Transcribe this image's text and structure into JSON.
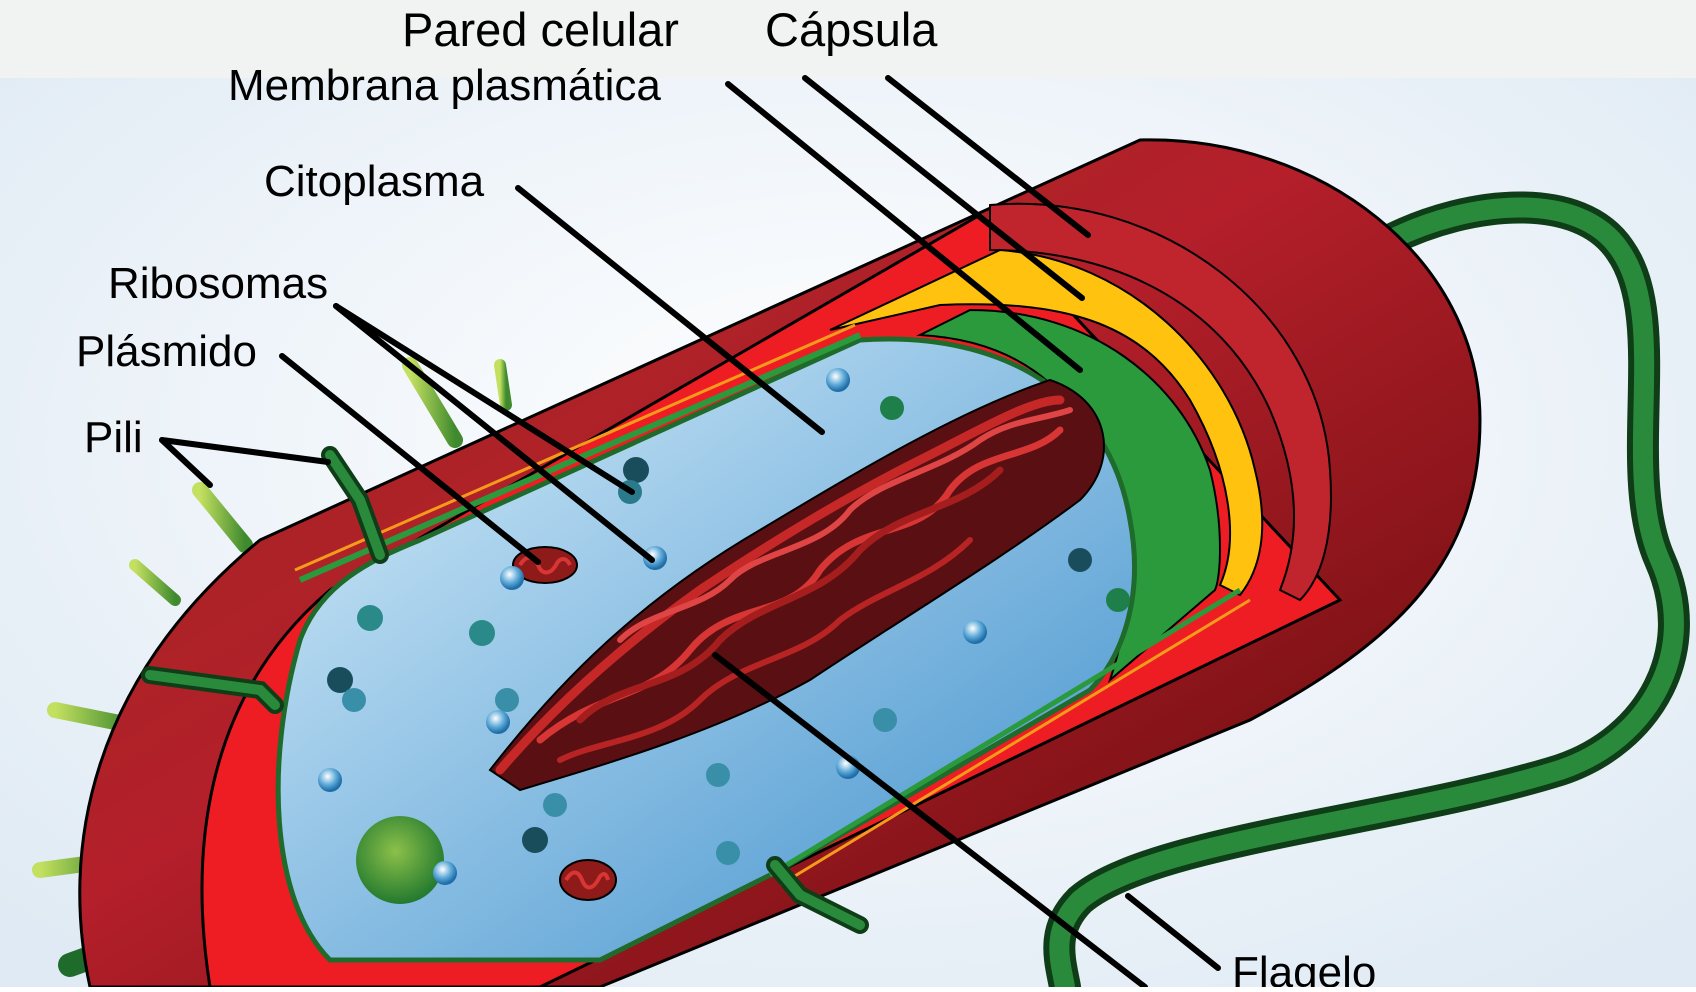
{
  "header": {
    "label_cell_wall": "Pared celular",
    "label_capsule": "Cápsula"
  },
  "labels": {
    "plasma_membrane": "Membrana plasmática",
    "cytoplasm": "Citoplasma",
    "ribosomes": "Ribosomas",
    "plasmid": "Plásmido",
    "pili": "Pili",
    "flagellum": "Flagelo"
  },
  "colors": {
    "capsule": "#b41f2a",
    "cell_wall": "#ffc20e",
    "membrane": "#2a9a3c",
    "outer_red": "#ee1d23",
    "cytoplasm": "#a8d4f0",
    "flagellum": "#1e6b2c",
    "nucleoid": "#8e1a1a",
    "header_bar": "#f1f3f3"
  }
}
